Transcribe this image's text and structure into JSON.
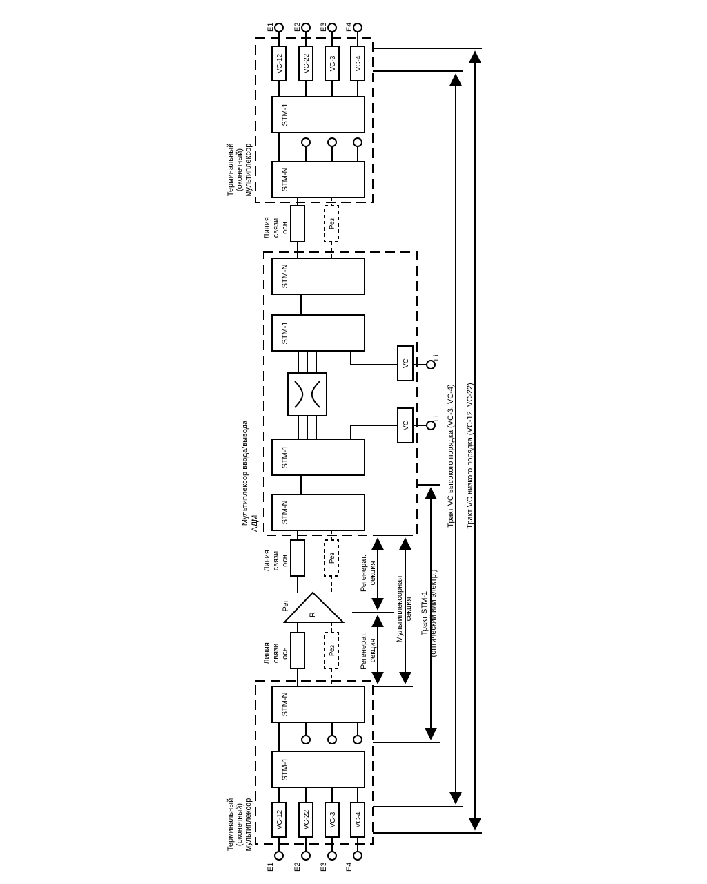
{
  "terminal_top": {
    "title_lines": [
      "Терминальный",
      "(оконечный)",
      "мультиплексор"
    ],
    "stm1": "STM-1",
    "stmn": "STM-N",
    "vc_boxes": [
      "VC-12",
      "VC-22",
      "VC-3",
      "VC-4"
    ],
    "ports": [
      "E1",
      "E2",
      "E3",
      "E4"
    ]
  },
  "terminal_bottom": {
    "title_lines": [
      "Терминальный",
      "(оконечный)",
      "мультиплексор"
    ],
    "stm1": "STM-1",
    "stmn": "STM-N",
    "vc_boxes": [
      "VC-12",
      "VC-22",
      "VC-3",
      "VC-4"
    ],
    "ports": [
      "E1",
      "E2",
      "E3",
      "E4"
    ]
  },
  "adm": {
    "title_lines": [
      "Мультиплексор ввода/вывода",
      "АДМ"
    ],
    "stmn_top": "STM-N",
    "stm1_top": "STM-1",
    "stm1_bottom": "STM-1",
    "stmn_bottom": "STM-N",
    "vc_labels": [
      "VC",
      "VC"
    ],
    "ei_labels": [
      "Ei",
      "Ei"
    ]
  },
  "links": {
    "main_lines": [
      "Линия",
      "связи",
      "осн"
    ],
    "reserve": "Рез"
  },
  "regenerator": {
    "label": "Рег",
    "symbol": "R"
  },
  "sections": {
    "regen_lines": [
      "Регенерат.",
      "секция"
    ],
    "mux_lines": [
      "Мультиплексорная",
      "секция"
    ],
    "stm1_path": [
      "Тракт STM-1",
      "(оптический или электр.)"
    ],
    "vc_high": "Тракт VC высокого порядка (VC-3, VC-4)",
    "vc_low": "Тракт VC низкого порядка (VC-12, VC-22)"
  }
}
